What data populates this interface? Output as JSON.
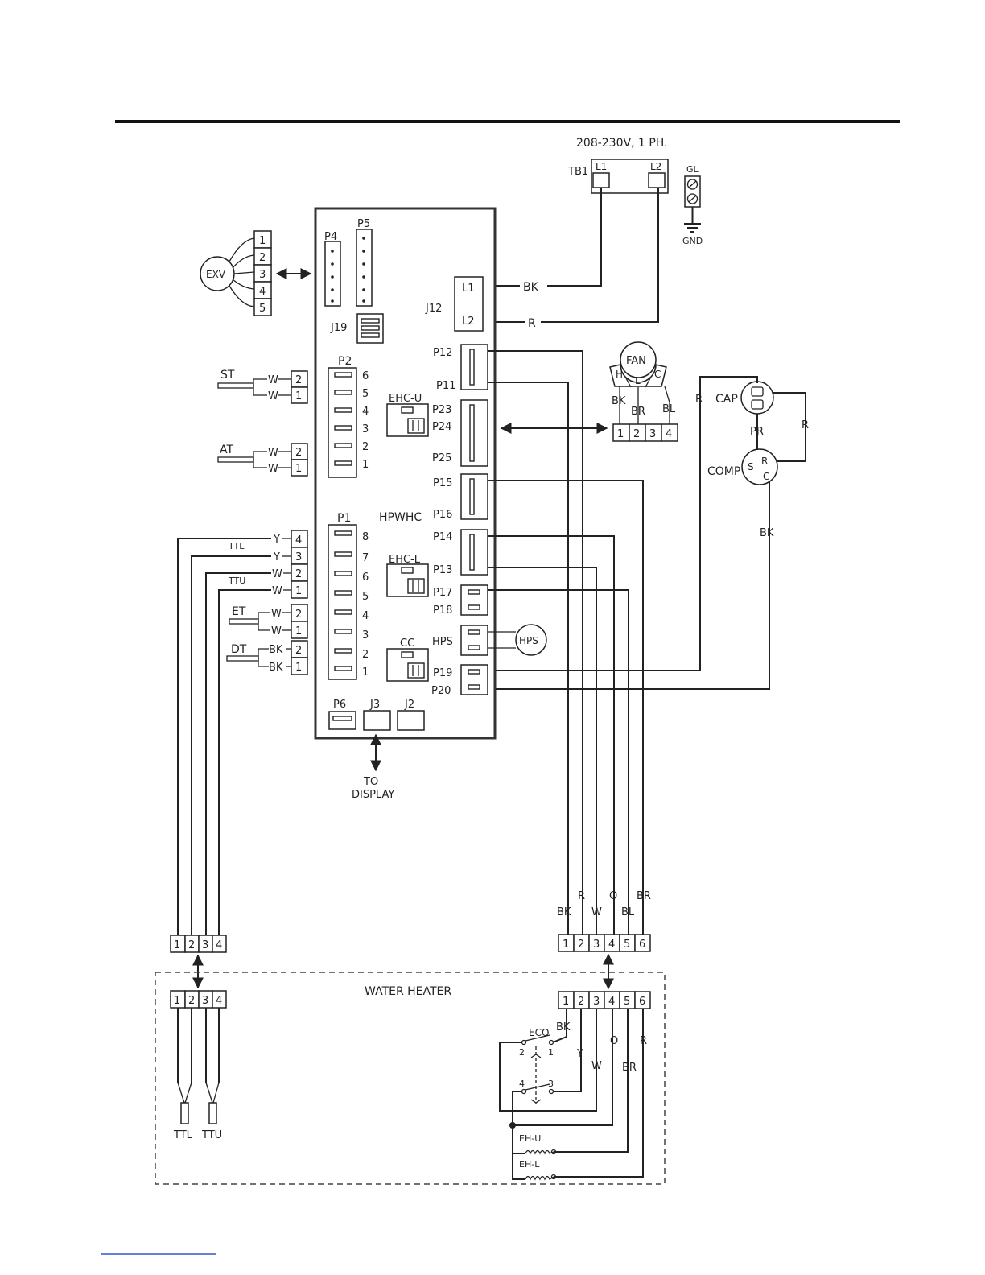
{
  "supply": {
    "voltage": "208-230V, 1 PH.",
    "tb1": "TB1",
    "l1": "L1",
    "l2": "L2",
    "gl": "GL",
    "gnd": "GND"
  },
  "board": {
    "title": "HPWHC",
    "p4": "P4",
    "p5": "P5",
    "j19": "J19",
    "j12": "J12",
    "j12_l1": "L1",
    "j12_l2": "L2",
    "p2": "P2",
    "p1": "P1",
    "ehc_u": "EHC-U",
    "ehc_l": "EHC-L",
    "cc": "CC",
    "p12": "P12",
    "p11": "P11",
    "p23": "P23",
    "p24": "P24",
    "p25": "P25",
    "p15": "P15",
    "p16": "P16",
    "p14": "P14",
    "p13": "P13",
    "p17": "P17",
    "p18": "P18",
    "hps_port": "HPS",
    "p19": "P19",
    "p20": "P20",
    "p6": "P6",
    "j3": "J3",
    "j2": "J2",
    "p2_pins": [
      "6",
      "5",
      "4",
      "3",
      "2",
      "1"
    ],
    "p1_pins": [
      "8",
      "7",
      "6",
      "5",
      "4",
      "3",
      "2",
      "1"
    ],
    "to_display_1": "TO",
    "to_display_2": "DISPLAY"
  },
  "exv": {
    "label": "EXV",
    "pins": [
      "1",
      "2",
      "3",
      "4",
      "5"
    ]
  },
  "sensors": {
    "st": "ST",
    "at": "AT",
    "et": "ET",
    "dt": "DT",
    "ttl": "TTL",
    "ttu": "TTU",
    "w": "W",
    "y": "Y",
    "bk": "BK",
    "pin_1": "1",
    "pin_2": "2",
    "pin_3": "3",
    "pin_4": "4"
  },
  "fan": {
    "label": "FAN",
    "h": "H",
    "l": "L",
    "c": "C",
    "bk": "BK",
    "br": "BR",
    "bl": "BL",
    "pins": [
      "1",
      "2",
      "3",
      "4"
    ]
  },
  "compressor": {
    "cap": "CAP",
    "comp": "COMP",
    "s": "S",
    "r": "R",
    "c": "C",
    "wire_r1": "R",
    "wire_r2": "R",
    "wire_pr": "PR",
    "wire_bk": "BK"
  },
  "hps": {
    "label": "HPS"
  },
  "harness": {
    "wire_bk": "BK",
    "wire_r": "R",
    "wire_w": "W",
    "wire_o": "O",
    "wire_bl": "BL",
    "wire_br": "BR",
    "j12_bk": "BK",
    "j12_r": "R",
    "pins6": [
      "1",
      "2",
      "3",
      "4",
      "5",
      "6"
    ],
    "pins4": [
      "1",
      "2",
      "3",
      "4"
    ]
  },
  "water_heater": {
    "title": "WATER HEATER",
    "pins6": [
      "1",
      "2",
      "3",
      "4",
      "5",
      "6"
    ],
    "pins4": [
      "1",
      "2",
      "3",
      "4"
    ],
    "eco": "ECO",
    "eco_1": "1",
    "eco_2": "2",
    "eco_3": "3",
    "eco_4": "4",
    "bk": "BK",
    "y": "Y",
    "w": "W",
    "o": "O",
    "br": "BR",
    "r": "R",
    "eh_u": "EH-U",
    "eh_l": "EH-L",
    "ttl": "TTL",
    "ttu": "TTU"
  }
}
